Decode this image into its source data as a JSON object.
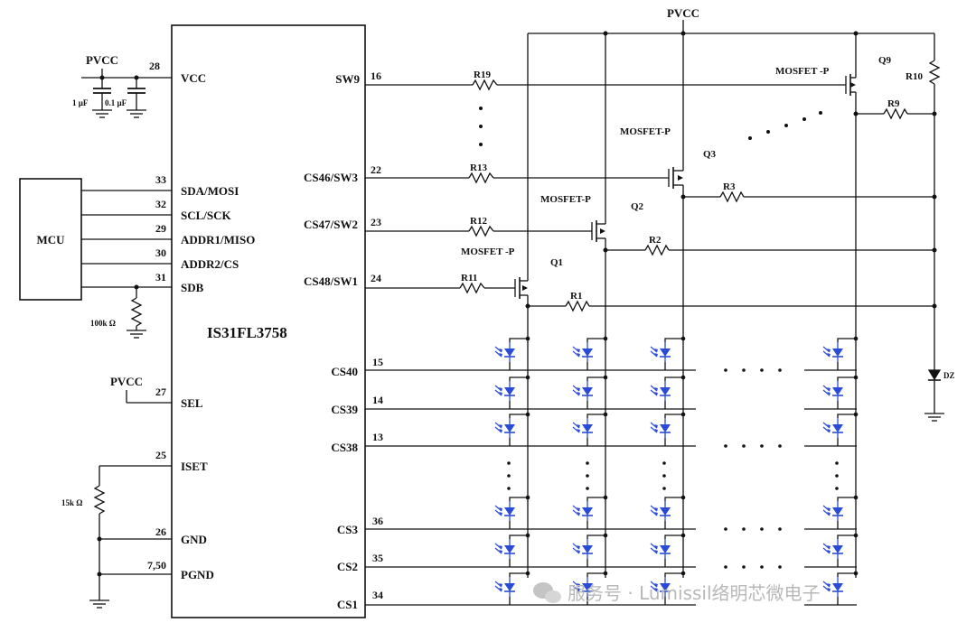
{
  "chip": {
    "name": "IS31FL3758",
    "left_pins": [
      {
        "num": "28",
        "name": "VCC"
      },
      {
        "num": "33",
        "name": "SDA/MOSI"
      },
      {
        "num": "32",
        "name": "SCL/SCK"
      },
      {
        "num": "29",
        "name": "ADDR1/MISO"
      },
      {
        "num": "30",
        "name": "ADDR2/CS"
      },
      {
        "num": "31",
        "name": "SDB"
      },
      {
        "num": "27",
        "name": "SEL"
      },
      {
        "num": "25",
        "name": "ISET"
      },
      {
        "num": "26",
        "name": "GND"
      },
      {
        "num": "7,50",
        "name": "PGND"
      }
    ],
    "sw_pins": [
      {
        "num": "16",
        "name": "SW9"
      },
      {
        "num": "22",
        "name": "CS46/SW3"
      },
      {
        "num": "23",
        "name": "CS47/SW2"
      },
      {
        "num": "24",
        "name": "CS48/SW1"
      }
    ],
    "cs_pins": [
      {
        "num": "15",
        "name": "CS40"
      },
      {
        "num": "14",
        "name": "CS39"
      },
      {
        "num": "13",
        "name": "CS38"
      },
      {
        "num": "36",
        "name": "CS3"
      },
      {
        "num": "35",
        "name": "CS2"
      },
      {
        "num": "34",
        "name": "CS1"
      }
    ]
  },
  "mcu": {
    "label": "MCU"
  },
  "power": {
    "pvcc": "PVCC"
  },
  "components": {
    "cap1": "1 µF",
    "cap2": "0.1 µF",
    "r_sdb": "100k Ω",
    "r_iset": "15k Ω",
    "gate_resistors": [
      "R19",
      "R13",
      "R12",
      "R11"
    ],
    "pull_resistors": [
      "R9",
      "R3",
      "R2",
      "R1"
    ],
    "r10": "R10",
    "dz": "DZ",
    "transistors": [
      {
        "name": "Q9",
        "type": "MOSFET -P"
      },
      {
        "name": "Q3",
        "type": "MOSFET-P"
      },
      {
        "name": "Q2",
        "type": "MOSFET-P"
      },
      {
        "name": "Q1",
        "type": "MOSFET -P"
      }
    ]
  },
  "watermark": "服务号 · Lumissil络明芯微电子"
}
